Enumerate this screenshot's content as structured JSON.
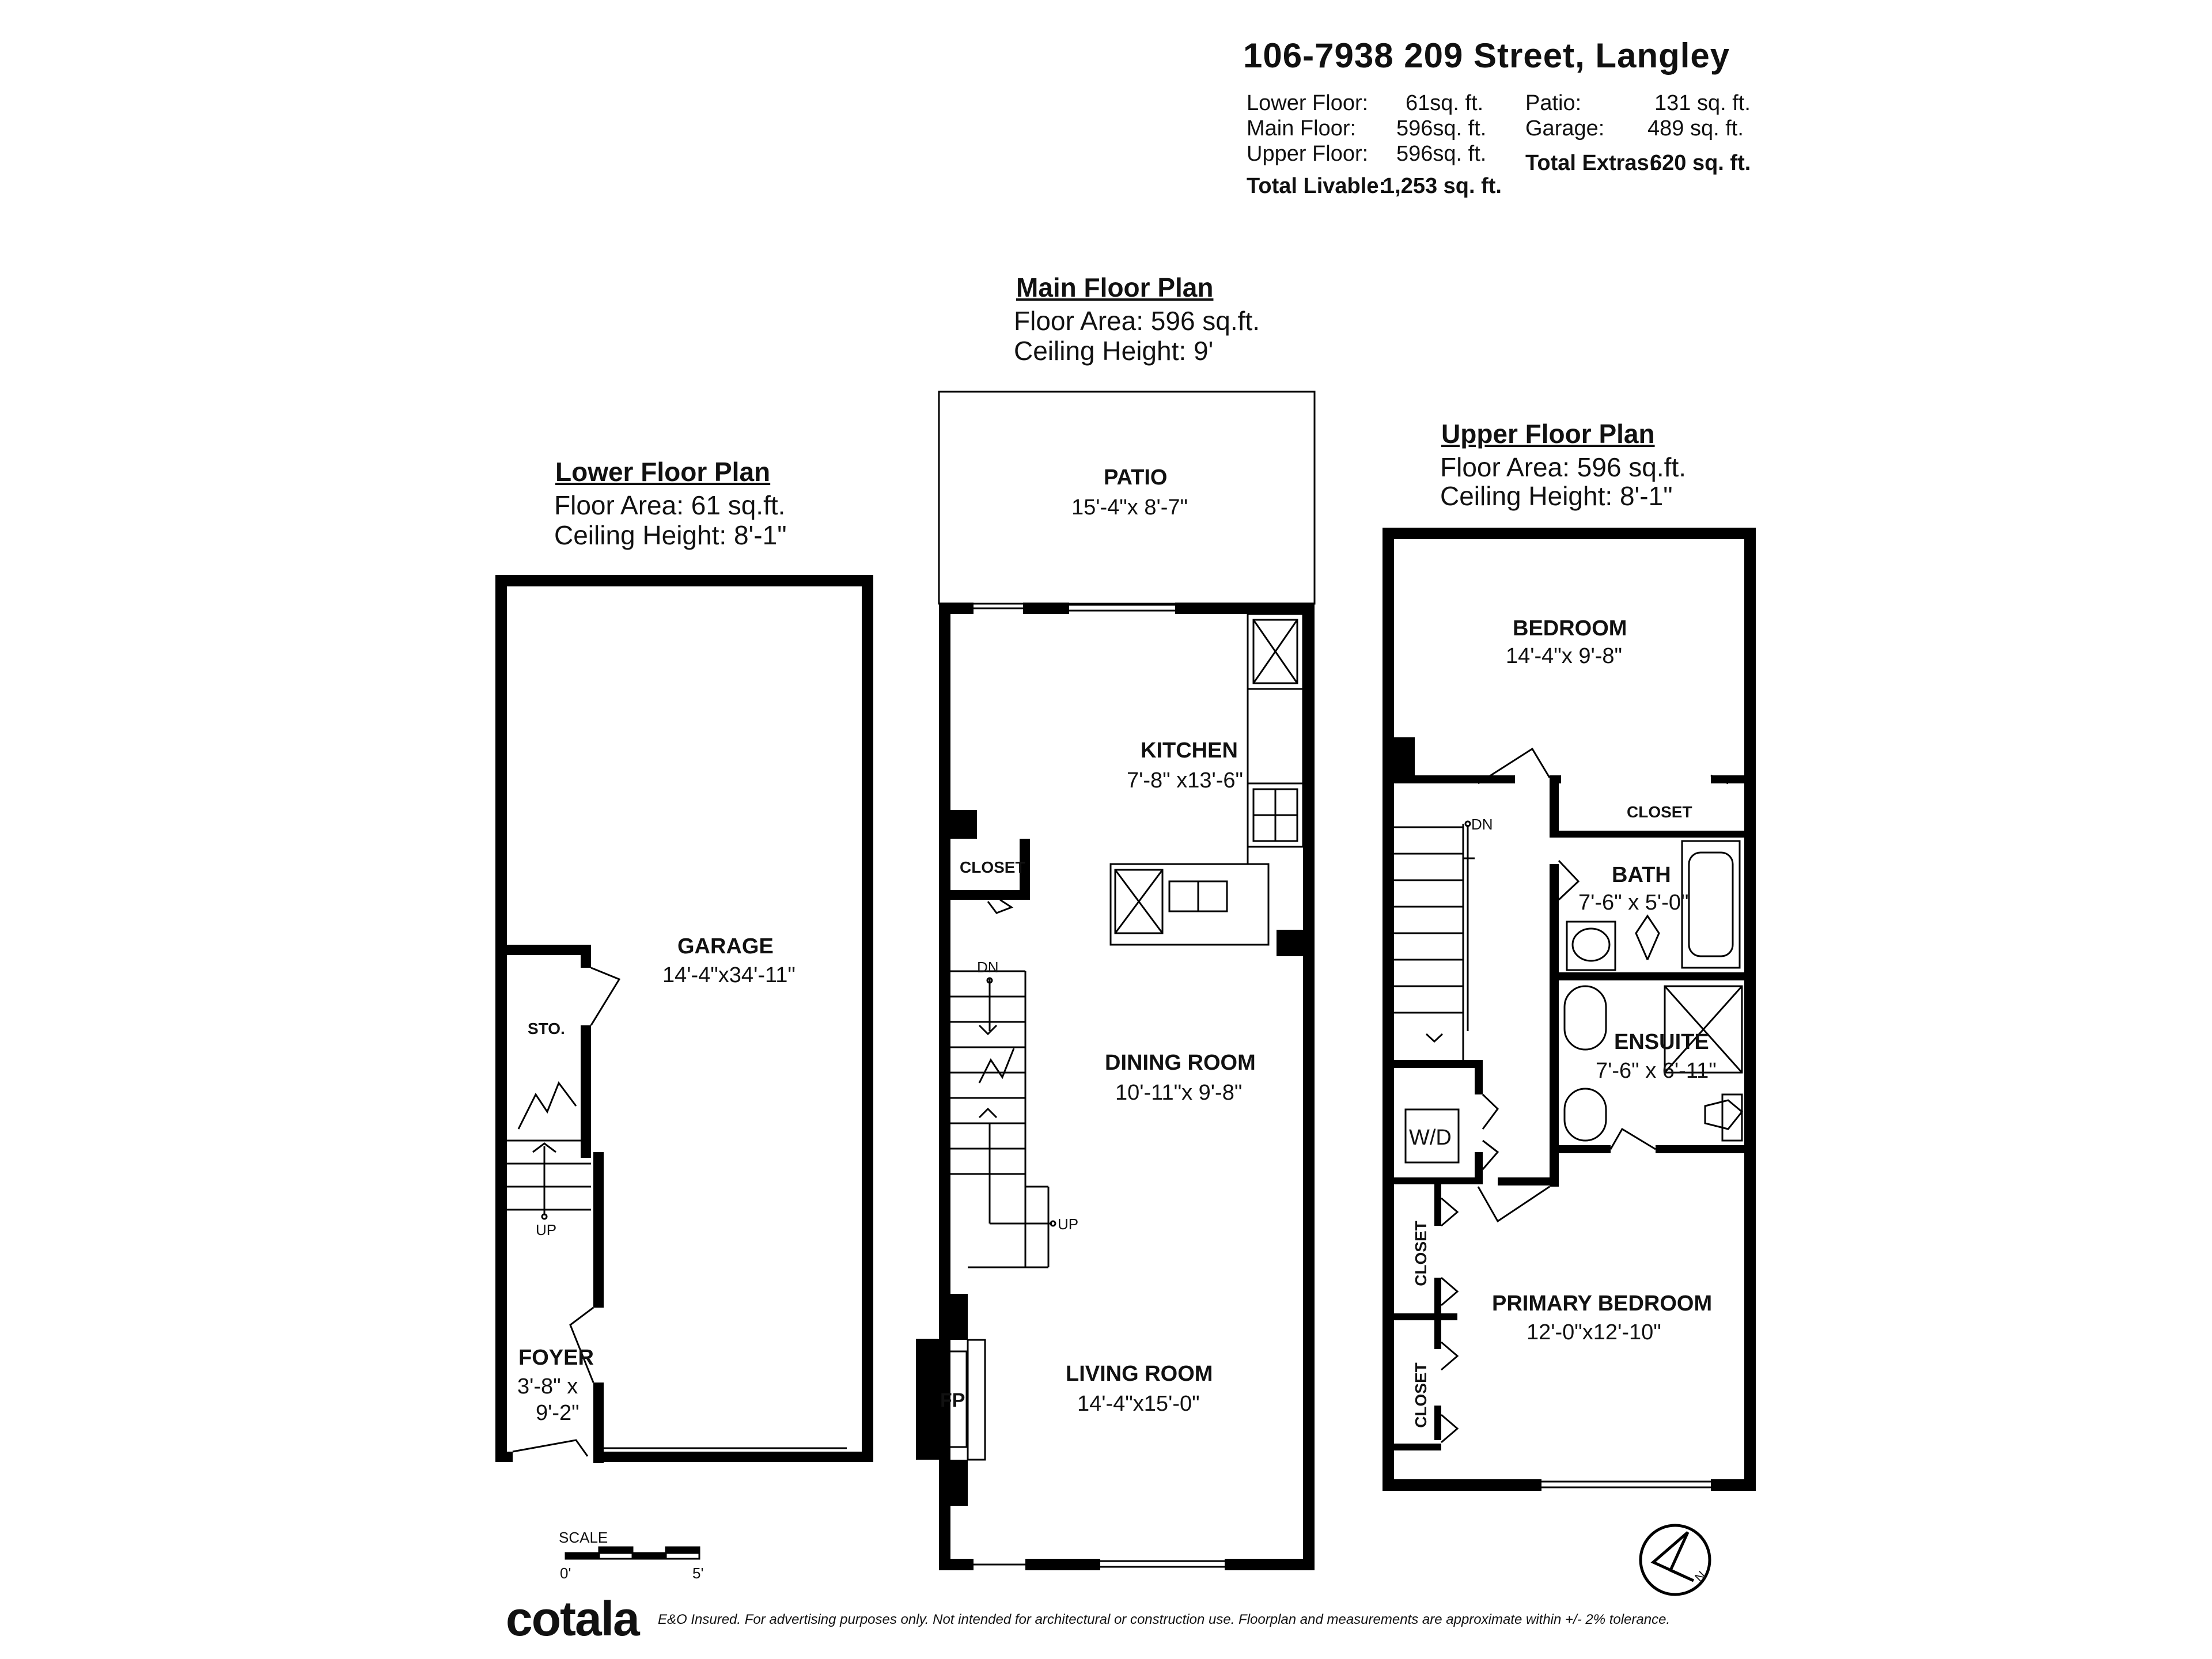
{
  "header": {
    "address": "106-7938 209 Street, Langley",
    "summary": {
      "lower_floor_label": "Lower Floor:",
      "lower_floor_value": "61sq. ft.",
      "main_floor_label": "Main Floor:",
      "main_floor_value": "596sq. ft.",
      "upper_floor_label": "Upper Floor:",
      "upper_floor_value": "596sq. ft.",
      "total_livable_label": "Total Livable:",
      "total_livable_value": "1,253 sq. ft.",
      "patio_label": "Patio:",
      "patio_value": "131 sq. ft.",
      "garage_label": "Garage:",
      "garage_value": "489 sq. ft.",
      "total_extras_label": "Total Extras:",
      "total_extras_value": "620 sq. ft."
    }
  },
  "lower": {
    "title": "Lower Floor Plan",
    "area": "Floor Area:  61 sq.ft.",
    "ceiling": "Ceiling Height: 8'-1\"",
    "garage_name": "GARAGE",
    "garage_dim": "14'-4\"x34'-11\"",
    "sto": "STO.",
    "up": "UP",
    "foyer_name": "FOYER",
    "foyer_dim1": "3'-8\" x",
    "foyer_dim2": "9'-2\""
  },
  "main": {
    "title": "Main Floor Plan",
    "area": "Floor Area: 596 sq.ft.",
    "ceiling": "Ceiling Height: 9'",
    "patio_name": "PATIO",
    "patio_dim": "15'-4\"x  8'-7\"",
    "kitchen_name": "KITCHEN",
    "kitchen_dim": "7'-8\" x13'-6\"",
    "closet": "CLOSET",
    "dn": "DN",
    "up": "UP",
    "dining_name": "DINING ROOM",
    "dining_dim": "10'-11\"x  9'-8\"",
    "living_name": "LIVING ROOM",
    "living_dim": "14'-4\"x15'-0\"",
    "fp": "FP"
  },
  "upper": {
    "title": "Upper Floor Plan",
    "area": "Floor Area: 596 sq.ft.",
    "ceiling": "Ceiling Height: 8'-1\"",
    "bedroom_name": "BEDROOM",
    "bedroom_dim": "14'-4\"x  9'-8\"",
    "dn": "DN",
    "closet_top": "CLOSET",
    "bath_name": "BATH",
    "bath_dim": "7'-6\" x  5'-0\"",
    "ensuite_name": "ENSUITE",
    "ensuite_dim": "7'-6\" x 6'-11\"",
    "wd": "W/D",
    "closet_a": "CLOSET",
    "closet_b": "CLOSET",
    "primary_name": "PRIMARY BEDROOM",
    "primary_dim": "12'-0\"x12'-10\""
  },
  "scale": {
    "label": "SCALE",
    "zero": "0'",
    "five": "5'"
  },
  "compass": {
    "north": "N"
  },
  "footer": {
    "logo": "cotala",
    "disclaimer": "E&O Insured. For advertising purposes only. Not intended for architectural or construction use. Floorplan and measurements are approximate within +/- 2% tolerance."
  }
}
